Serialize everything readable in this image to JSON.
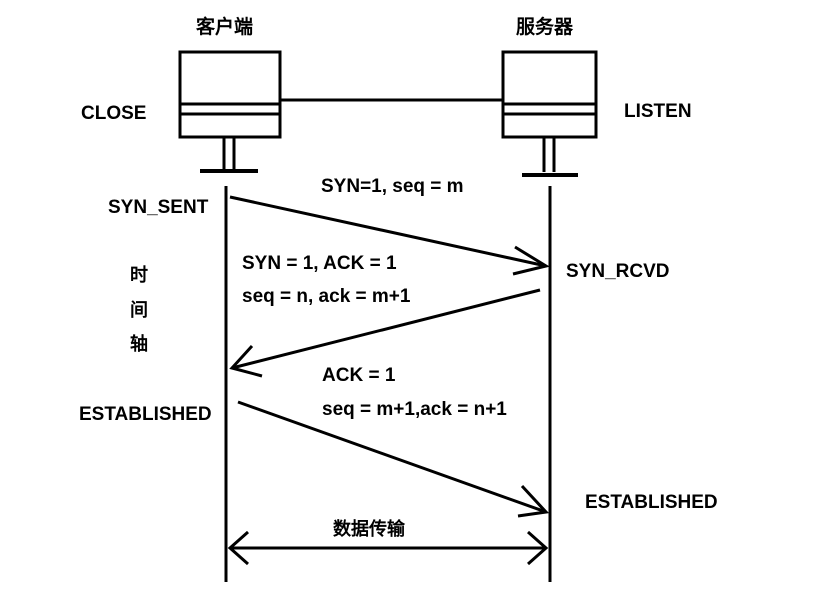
{
  "client": {
    "title": "客户端",
    "initial_state": "CLOSE"
  },
  "server": {
    "title": "服务器",
    "initial_state": "LISTEN"
  },
  "states": {
    "client_syn_sent": "SYN_SENT",
    "server_syn_rcvd": "SYN_RCVD",
    "client_established": "ESTABLISHED",
    "server_established": "ESTABLISHED"
  },
  "time_axis": [
    "时",
    "间",
    "轴"
  ],
  "messages": {
    "syn": "SYN=1, seq = m",
    "synack_line1": "SYN = 1, ACK = 1",
    "synack_line2": "seq = n, ack = m+1",
    "ack_line1": "ACK = 1",
    "ack_line2": "seq = m+1,ack = n+1"
  },
  "data_transfer": "数据传输"
}
